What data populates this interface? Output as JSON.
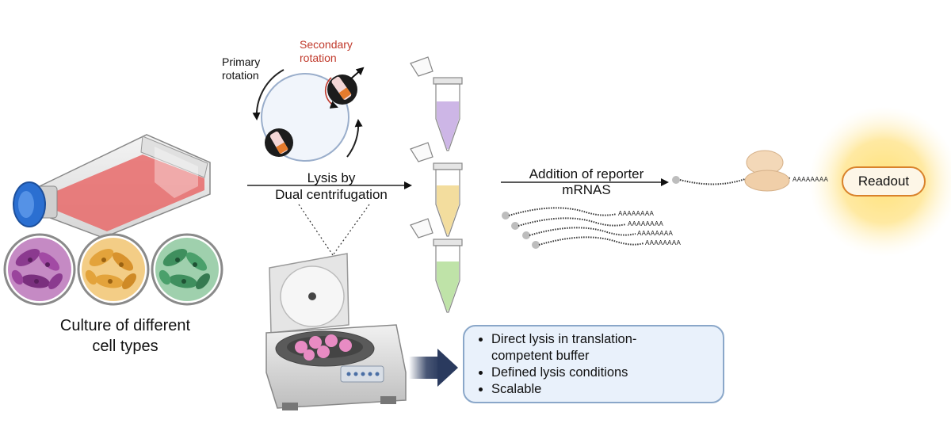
{
  "labels": {
    "culture": [
      "Culture of different",
      "cell types"
    ],
    "primary_rotation": [
      "Primary",
      "rotation"
    ],
    "secondary_rotation": [
      "Secondary",
      "rotation"
    ],
    "lysis": [
      "Lysis by",
      "Dual centrifugation"
    ],
    "addition": [
      "Addition of reporter",
      "mRNAS"
    ],
    "readout": "Readout",
    "poly_a": "AAAAAAAA"
  },
  "features": [
    "Direct lysis in translation-",
    "competent buffer",
    "Defined lysis conditions",
    "Scalable"
  ],
  "colors": {
    "cell_purple": "#8b3a8f",
    "cell_orange": "#e3a33b",
    "cell_green": "#3f8f5e",
    "tube_purple": "#cdb6e6",
    "tube_yellow": "#f3dd9e",
    "tube_green": "#bfe3a8",
    "flask_medium": "#e86a6a",
    "cap_blue": "#2b6fd1",
    "readout_border": "#d9822b",
    "glow": "#ffd94a",
    "box_border": "#8aa7c9",
    "box_fill": "#e9f1fb",
    "arrow_navy": "#2a3a5e",
    "secondary_red": "#c0392b"
  },
  "icons": [
    "culture-flask-icon",
    "cell-culture-icon",
    "centrifuge-icon",
    "tube-icon",
    "ribosome-icon",
    "mrna-icon",
    "rotor-icon"
  ]
}
